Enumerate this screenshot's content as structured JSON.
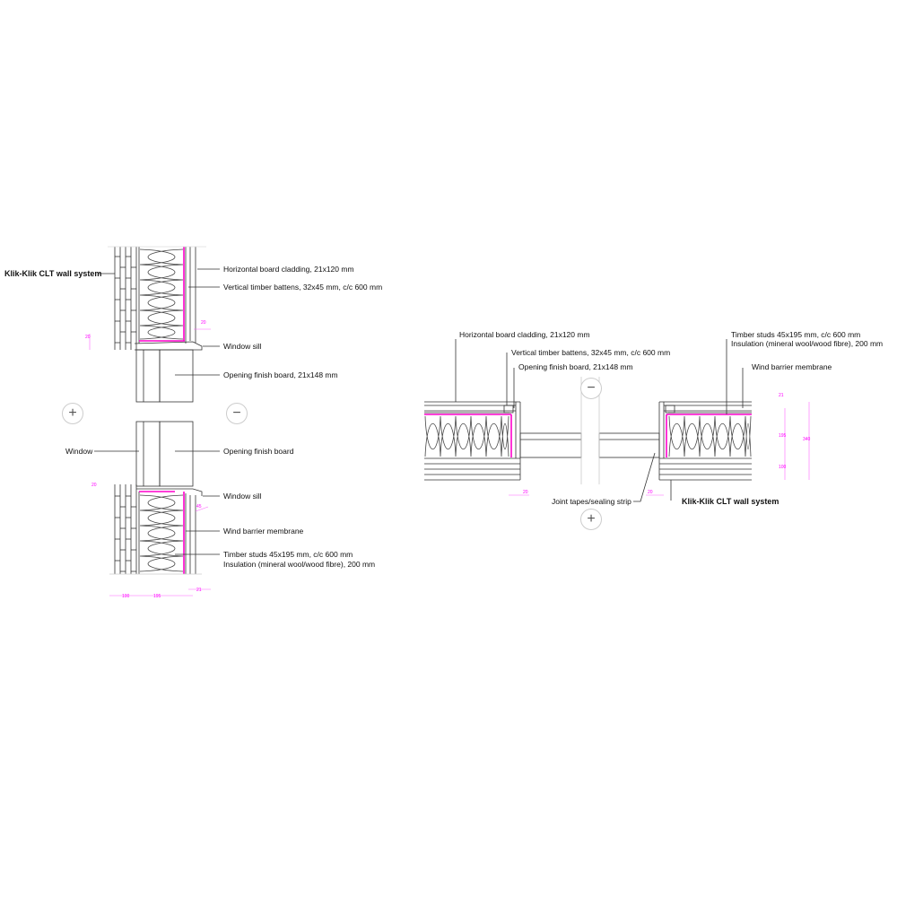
{
  "section": {
    "title": "Klik-Klik CLT wall system",
    "labels": {
      "cladding": "Horizontal board cladding, 21x120 mm",
      "battens": "Vertical timber battens, 32x45 mm, c/c 600 mm",
      "sill_top": "Window sill",
      "finish_board_top": "Opening finish board, 21x148 mm",
      "window": "Window",
      "finish_board": "Opening finish board",
      "sill_bottom": "Window sill",
      "membrane": "Wind barrier membrane",
      "studs": "Timber studs 45x195 mm, c/c 600 mm",
      "insulation": "Insulation (mineral wool/wood fibre), 200 mm"
    },
    "dims": [
      "20",
      "20",
      "20",
      "45",
      "100",
      "195",
      "21"
    ]
  },
  "plan": {
    "title": "Klik-Klik CLT wall system",
    "labels": {
      "cladding": "Horizontal board cladding, 21x120 mm",
      "battens": "Vertical timber battens, 32x45 mm, c/c 600 mm",
      "finish_board": "Opening finish board, 21x148 mm",
      "studs": "Timber studs 45x195 mm, c/c 600 mm",
      "insulation": "Insulation (mineral wool/wood fibre), 200 mm",
      "membrane": "Wind barrier membrane",
      "joint": "Joint tapes/sealing strip"
    },
    "dims": [
      "20",
      "20",
      "21",
      "195",
      "100",
      "340"
    ]
  },
  "controls": {
    "zoom_in": "+",
    "zoom_out": "−"
  },
  "colors": {
    "membrane": "#ff00cc",
    "dims": "#ff66ff",
    "line": "#333333"
  }
}
